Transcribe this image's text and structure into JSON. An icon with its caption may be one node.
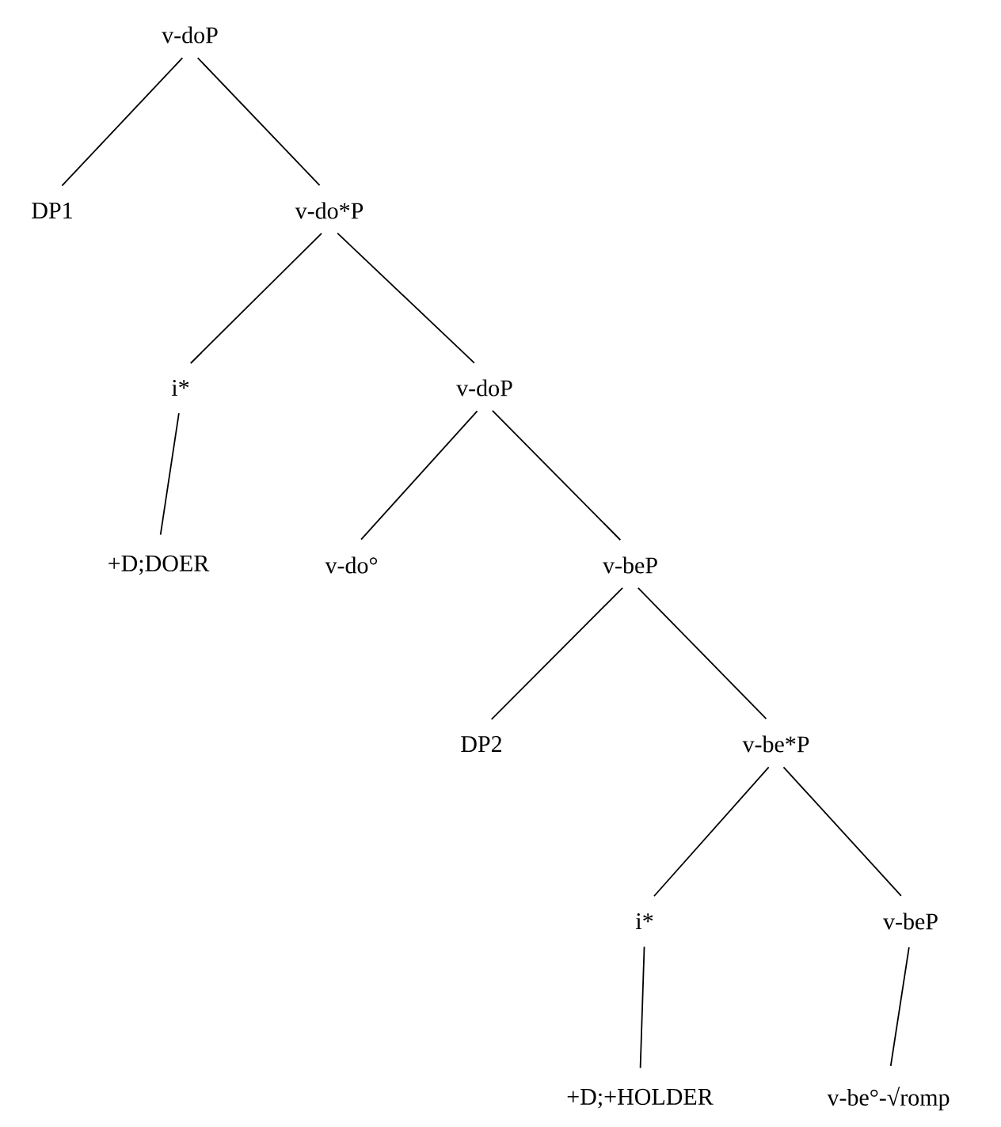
{
  "diagram": {
    "nodes": [
      {
        "text": [
          "v-doP"
        ]
      },
      {
        "text": [
          "DP1"
        ]
      },
      {
        "text": [
          "v-do*P"
        ]
      },
      {
        "text": [
          "i*"
        ]
      },
      {
        "text": [
          "v-doP"
        ]
      },
      {
        "text": [
          "+D;DOER"
        ]
      },
      {
        "text": [
          "v-do°"
        ]
      },
      {
        "text": [
          "v-beP"
        ]
      },
      {
        "text": [
          "DP2"
        ]
      },
      {
        "text": [
          "v-be*P"
        ]
      },
      {
        "text": [
          "i*"
        ]
      },
      {
        "text": [
          "v-beP"
        ]
      },
      {
        "text": [
          "+D;+HOLDER"
        ]
      },
      {
        "text": [
          "v-be°-√romp"
        ]
      }
    ],
    "edges": [
      {
        "from": 0,
        "to": 1,
        "arrow": "none"
      },
      {
        "from": 0,
        "to": 2,
        "arrow": "none"
      },
      {
        "from": 2,
        "to": 3,
        "arrow": "none"
      },
      {
        "from": 2,
        "to": 4,
        "arrow": "none"
      },
      {
        "from": 3,
        "to": 5,
        "arrow": "none"
      },
      {
        "from": 4,
        "to": 6,
        "arrow": "none"
      },
      {
        "from": 4,
        "to": 7,
        "arrow": "none"
      },
      {
        "from": 7,
        "to": 8,
        "arrow": "none"
      },
      {
        "from": 7,
        "to": 9,
        "arrow": "none"
      },
      {
        "from": 9,
        "to": 10,
        "arrow": "none"
      },
      {
        "from": 9,
        "to": 11,
        "arrow": "none"
      },
      {
        "from": 10,
        "to": 12,
        "arrow": "none"
      },
      {
        "from": 11,
        "to": 13,
        "arrow": "none"
      }
    ]
  }
}
